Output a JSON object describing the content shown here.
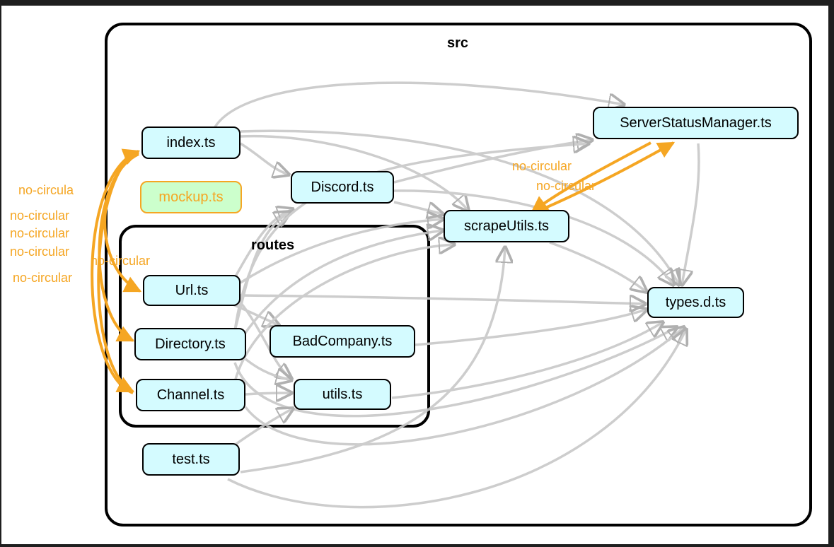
{
  "colors": {
    "dependency_edge": "#c8c8c8",
    "circular_edge": "#f5a623",
    "node_fill": "#d4fbff",
    "orphan_fill": "#ccffcc",
    "orphan_border": "#f5a623"
  },
  "clusters": {
    "src": "src",
    "routes": "routes"
  },
  "nodes": {
    "index": "index.ts",
    "mockup": "mockup.ts",
    "discord": "Discord.ts",
    "server_status_manager": "ServerStatusManager.ts",
    "scrape_utils": "scrapeUtils.ts",
    "url": "Url.ts",
    "directory": "Directory.ts",
    "channel": "Channel.ts",
    "bad_company": "BadCompany.ts",
    "utils": "utils.ts",
    "types": "types.d.ts",
    "test": "test.ts"
  },
  "edge_labels": {
    "index_url": "no-circula",
    "index_directory": "no-circular",
    "index_channel": "no-circular",
    "url_index": "no-circular",
    "directory_index": "no-circular",
    "channel_index": "no-circular",
    "ssm_scrape": "no-circular",
    "scrape_ssm": "no-circular"
  }
}
